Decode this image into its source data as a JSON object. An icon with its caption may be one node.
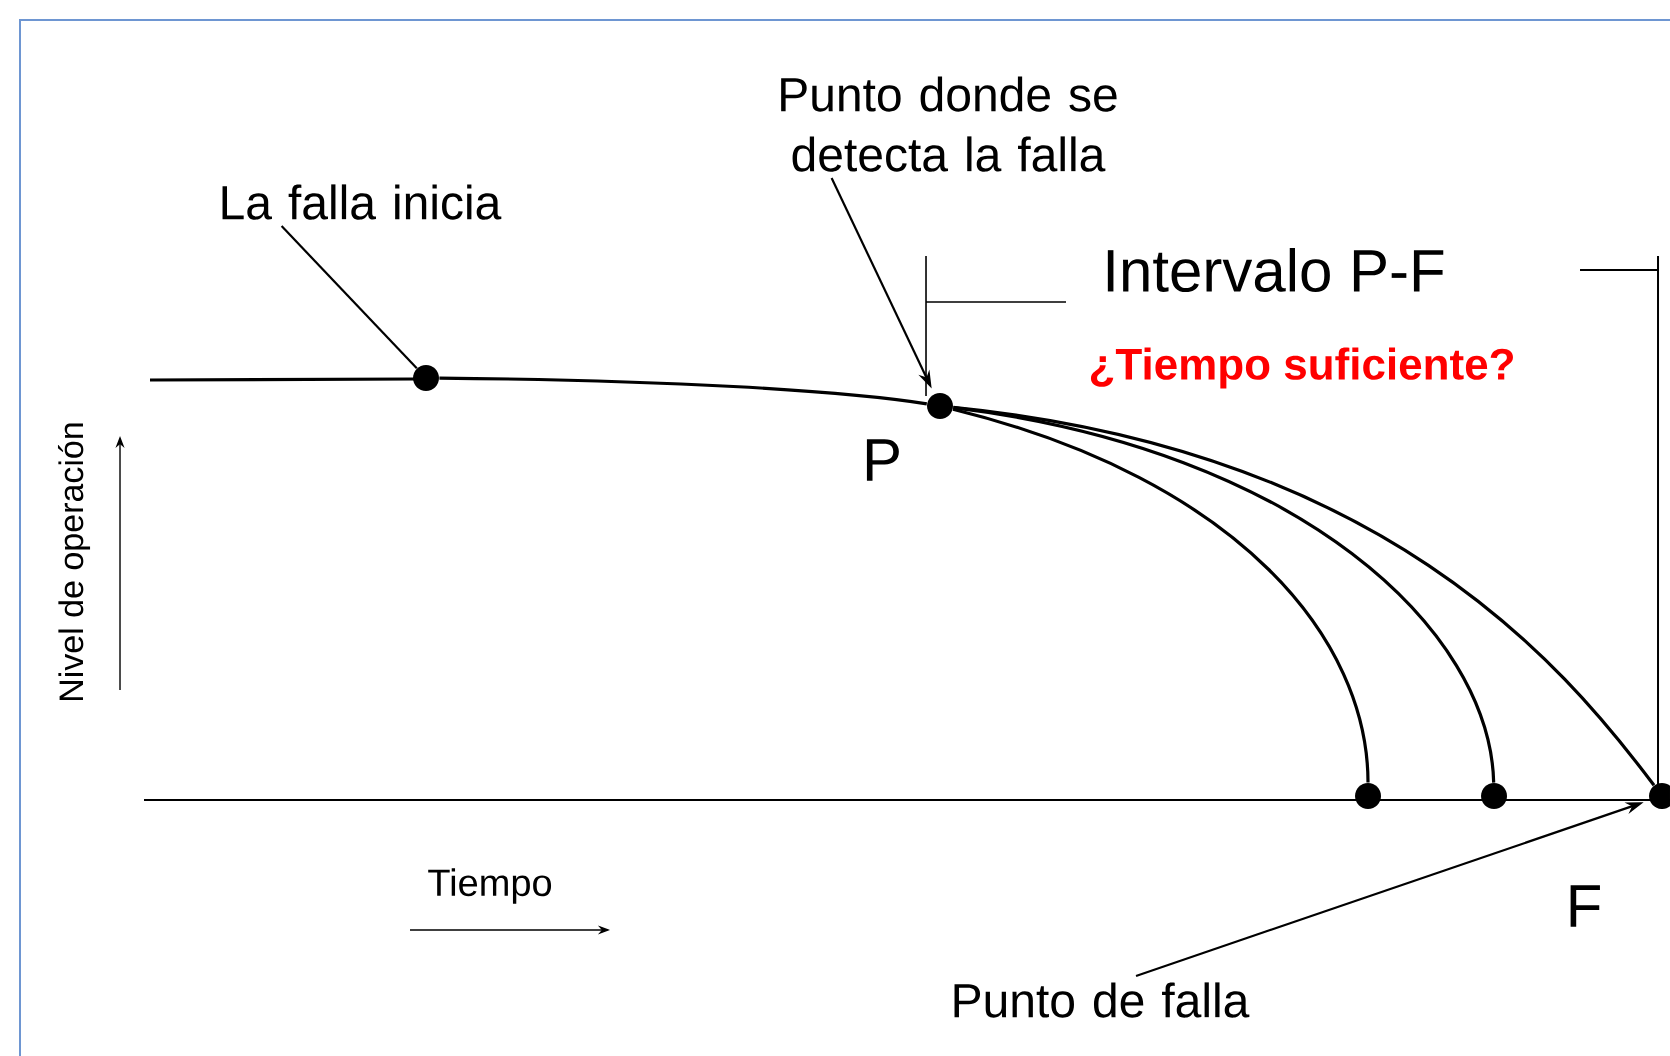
{
  "diagram": {
    "nodes": [
      {
        "text": [
          "La falla inicia"
        ]
      },
      {
        "text": [],
        "shape": "circle"
      },
      {
        "text": [
          "Punto donde se detecta la falla"
        ]
      },
      {
        "text": [],
        "shape": "circle",
        "beside": [
          "P"
        ]
      },
      {
        "text": [
          "Punto de falla"
        ]
      },
      {
        "text": [],
        "shape": "circle",
        "beside": [
          "F"
        ]
      },
      {
        "text": [],
        "shape": "circle"
      },
      {
        "text": [],
        "shape": "circle"
      }
    ],
    "edges": [
      {
        "from": 0,
        "to": 1,
        "arrow": "none"
      },
      {
        "from": 1,
        "to": 3,
        "arrow": "none"
      },
      {
        "from": 2,
        "to": 3,
        "arrow": "to"
      },
      {
        "from": 4,
        "to": 5,
        "arrow": "to"
      },
      {
        "from": 3,
        "to": 6,
        "arrow": "none"
      },
      {
        "from": 3,
        "to": 7,
        "arrow": "none"
      },
      {
        "from": 3,
        "to": 5,
        "arrow": "none"
      }
    ],
    "labels": [
      "Intervalo P-F",
      "**¿Tiempo suficiente?**",
      "Nivel de operación",
      "Tiempo"
    ]
  }
}
